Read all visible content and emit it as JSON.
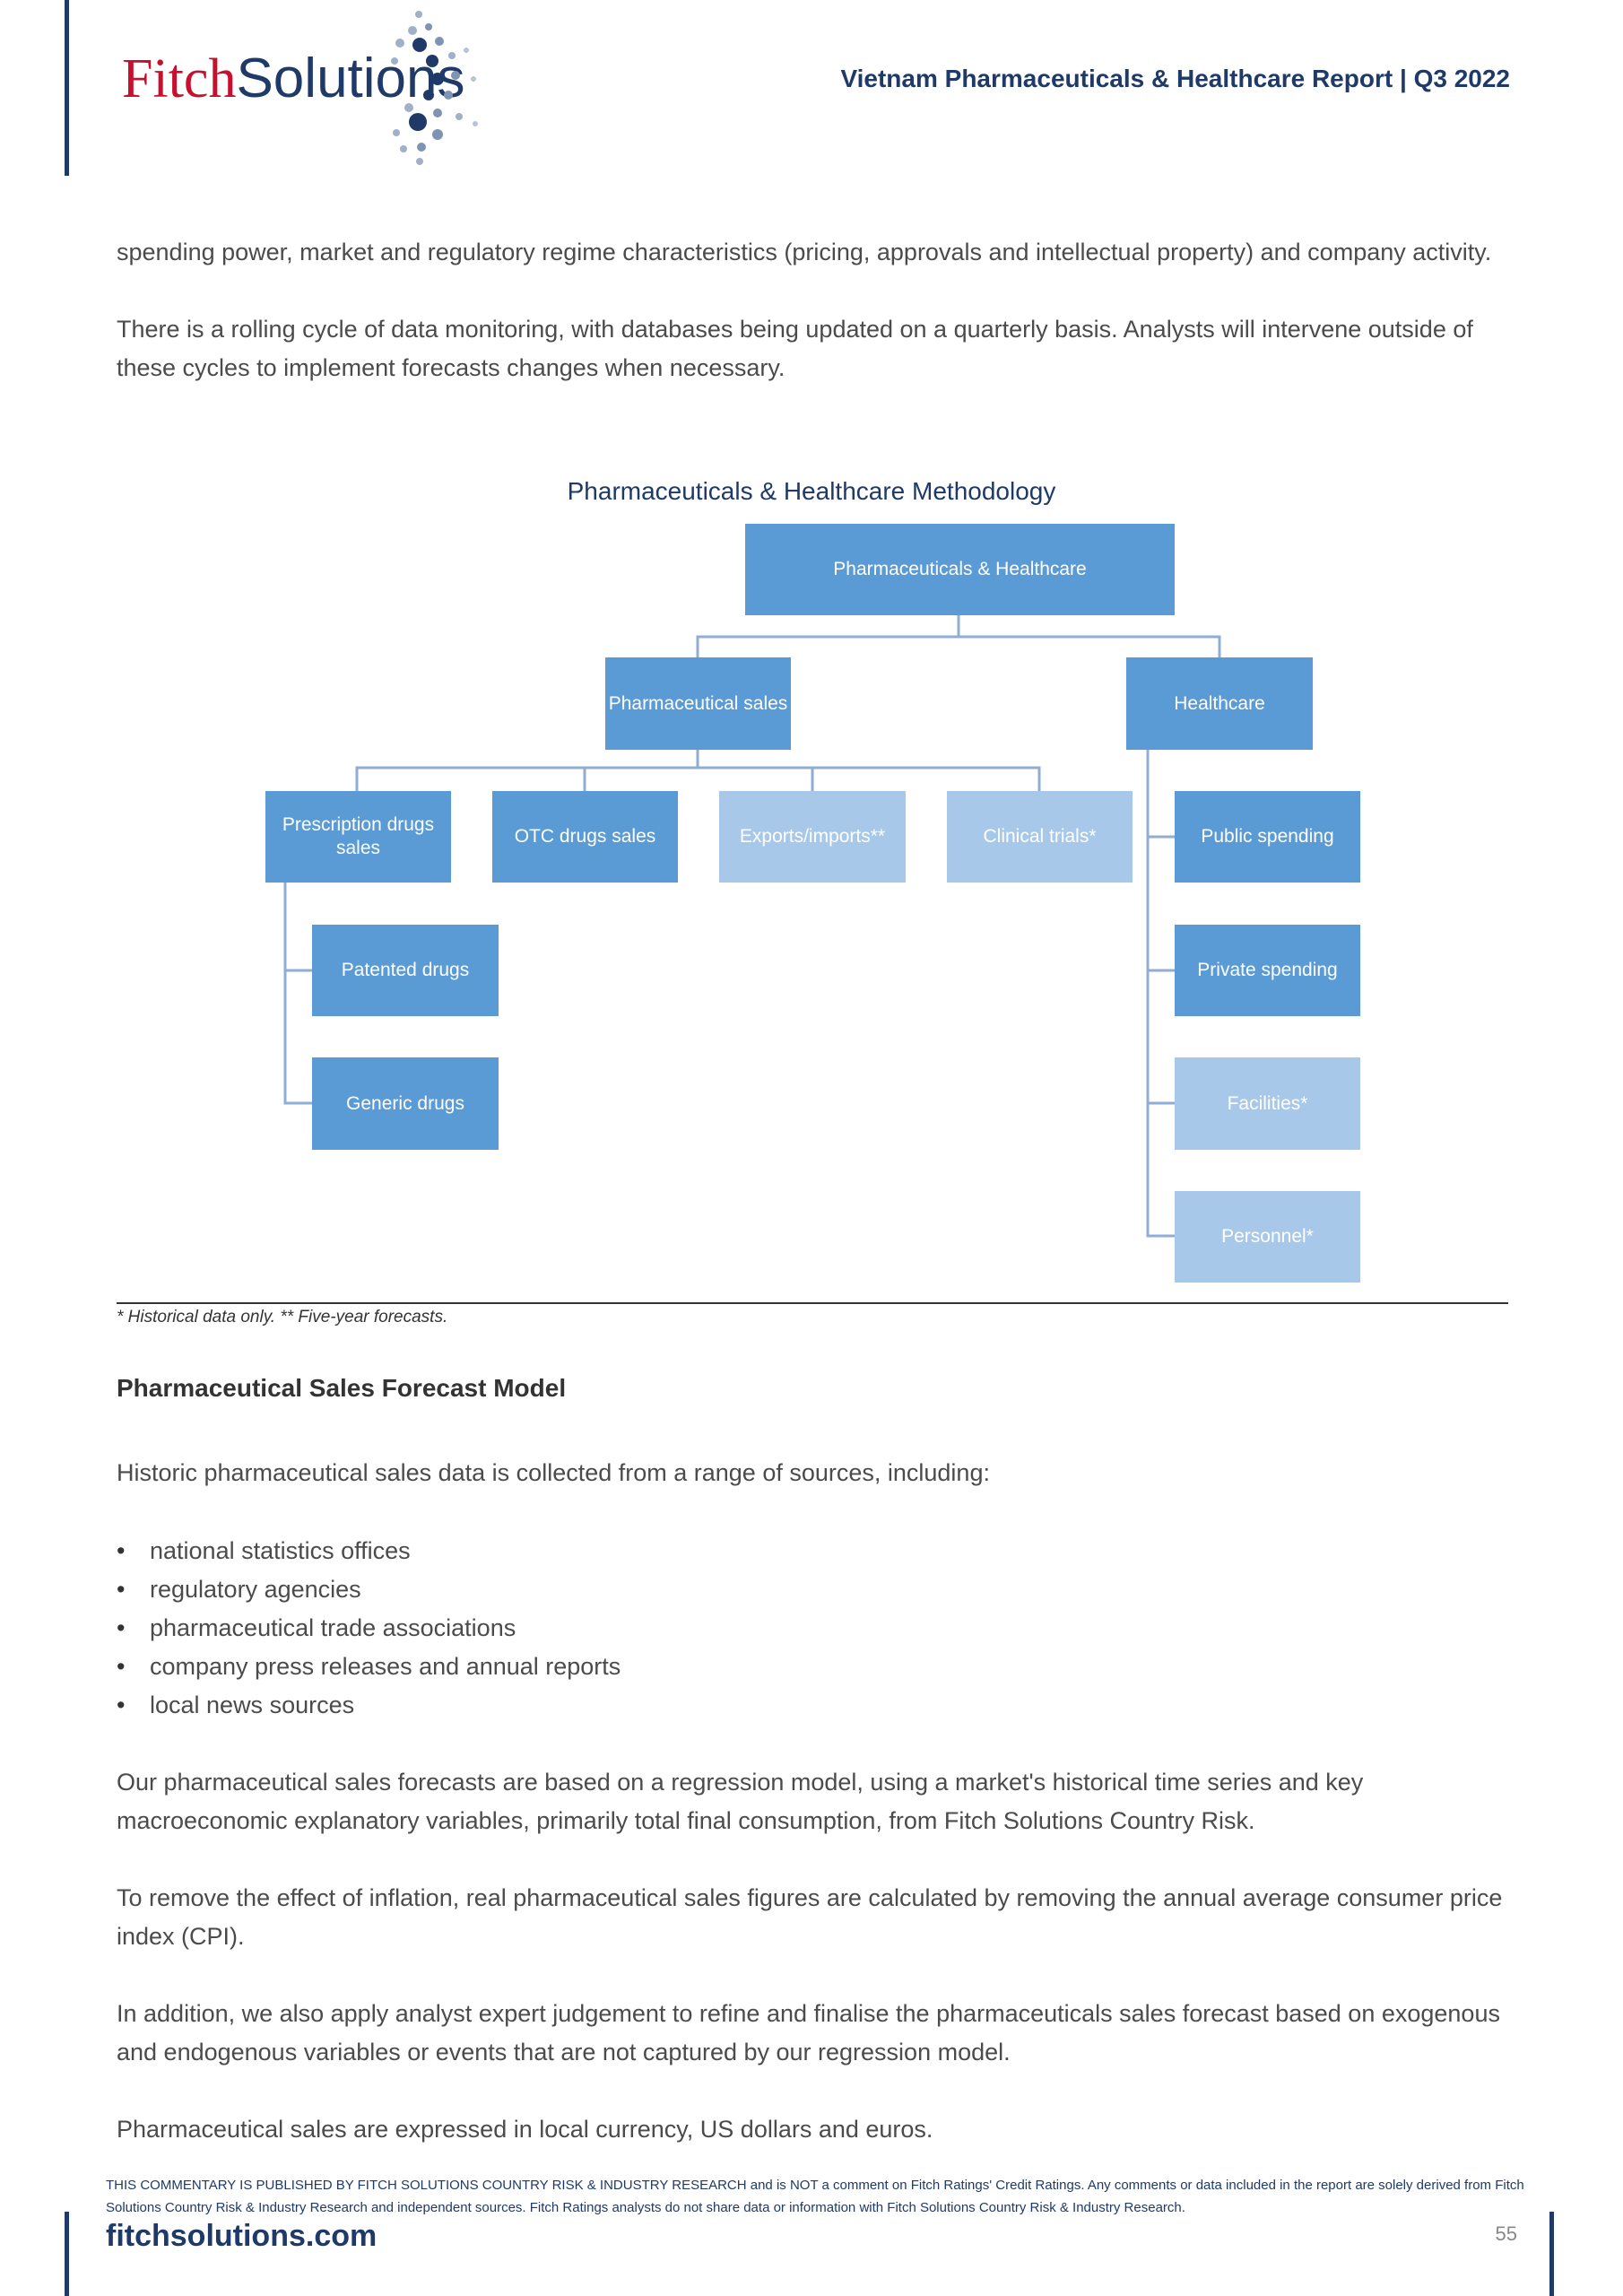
{
  "header": {
    "brand_part1": "Fitch",
    "brand_part2": "Solutions",
    "report_title": "Vietnam Pharmaceuticals & Healthcare Report | Q3 2022"
  },
  "body": {
    "para1": "spending power, market and regulatory regime characteristics (pricing, approvals and intellectual property) and company activity.",
    "para2": "There is a rolling cycle of data monitoring, with databases being updated on a quarterly basis. Analysts will intervene outside of these cycles to implement forecasts changes when necessary."
  },
  "diagram": {
    "title": "Pharmaceuticals & Healthcare Methodology",
    "root": "Pharmaceuticals & Healthcare",
    "pharma_sales": "Pharmaceutical sales",
    "healthcare": "Healthcare",
    "prescription": "Prescription drugs sales",
    "otc": "OTC drugs sales",
    "exports": "Exports/imports**",
    "clinical": "Clinical trials*",
    "patented": "Patented drugs",
    "generic": "Generic drugs",
    "public_spending": "Public spending",
    "private_spending": "Private spending",
    "facilities": "Facilities*",
    "personnel": "Personnel*",
    "footnote": "* Historical data only. ** Five-year forecasts.",
    "colors": {
      "node_dark": "#5b9bd5",
      "node_light": "#a7c8e8",
      "connector": "#8faed1"
    }
  },
  "section": {
    "heading": "Pharmaceutical Sales Forecast Model",
    "intro": "Historic pharmaceutical sales data is collected from a range of sources, including:",
    "bullets": [
      "national statistics offices",
      "regulatory agencies",
      "pharmaceutical trade associations",
      "company press releases and annual reports",
      "local news sources"
    ],
    "para_regression": "Our pharmaceutical sales forecasts are based on a regression model, using a market's historical time series and key macroeconomic explanatory variables, primarily total final consumption, from Fitch Solutions Country Risk.",
    "para_inflation": "To remove the effect of inflation, real pharmaceutical sales figures are calculated by removing the annual average consumer price index (CPI).",
    "para_judgement": "In addition, we also apply analyst expert judgement to refine and finalise the pharmaceuticals sales forecast based on exogenous and endogenous variables or events that are not captured by our regression model.",
    "para_currency": "Pharmaceutical sales are expressed in local currency, US dollars and euros."
  },
  "footer": {
    "disclaimer": "THIS COMMENTARY IS PUBLISHED BY FITCH SOLUTIONS COUNTRY RISK & INDUSTRY RESEARCH and is NOT a comment on Fitch Ratings' Credit Ratings. Any comments or data included in the report are solely derived from Fitch Solutions Country Risk & Industry Research and independent sources. Fitch Ratings analysts do not share data or information with Fitch Solutions Country Risk & Industry Research.",
    "url": "fitchsolutions.com",
    "page_number": "55"
  },
  "colors": {
    "brand_navy": "#1f3a68",
    "brand_red": "#c8102e"
  }
}
